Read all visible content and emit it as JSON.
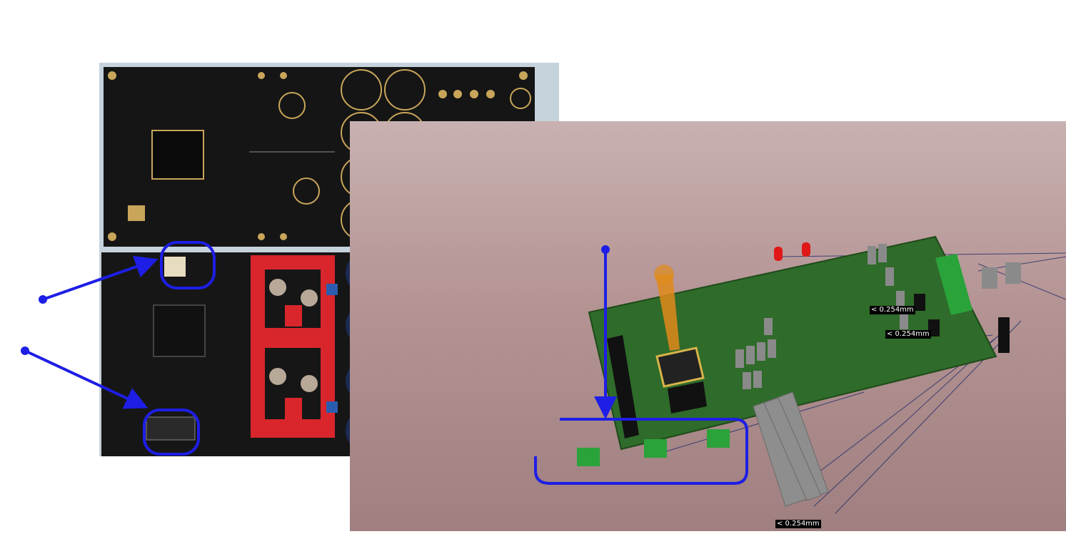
{
  "render": {
    "measurements": [
      "< 0.254mm",
      "< 0.254mm",
      "< 0.254mm"
    ]
  },
  "colors": {
    "annotation": "#1e1ee6",
    "pcb_bare": "#141414",
    "pcb_green": "#2f6b2a",
    "capacitor_red": "#d8262c",
    "render_background": "#b49393"
  },
  "icons": {
    "arrow": "arrow-icon",
    "highlight": "highlight-circle-icon"
  }
}
